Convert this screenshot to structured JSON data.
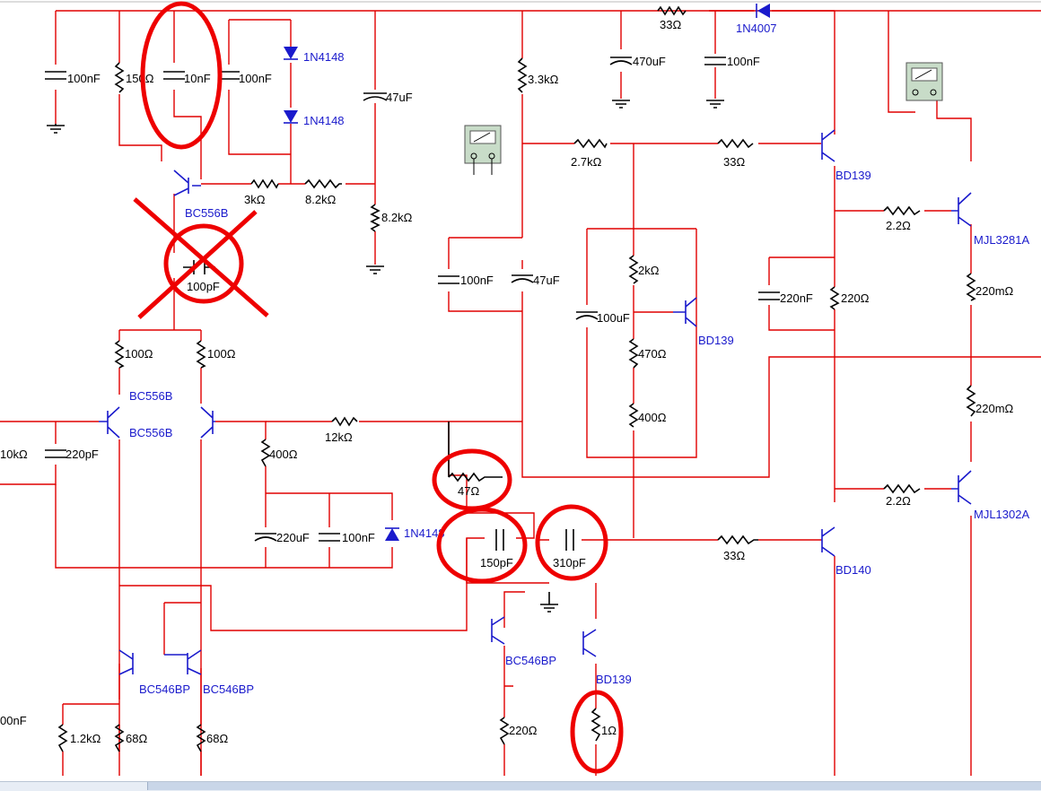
{
  "labels": {
    "c100n_a": "100nF",
    "r150": "150Ω",
    "c10n": "10nF",
    "c100n_b": "100nF",
    "d1": "1N4148",
    "d2": "1N4148",
    "c47u_top": "47uF",
    "r3k": "3kΩ",
    "r8k2_a": "8.2kΩ",
    "r8k2_b": "8.2kΩ",
    "q_bc556_top": "BC556B",
    "c100p": "100pF",
    "r33_top": "33Ω",
    "d_1n4007": "1N4007",
    "r3k3": "3.3kΩ",
    "c470u": "470uF",
    "c100n_top": "100nF",
    "r2k7": "2.7kΩ",
    "r33_mid": "33Ω",
    "q_bd139_top": "BD139",
    "r2_2_top": "2.2Ω",
    "q_mjl3281": "MJL3281A",
    "r220m_top": "220mΩ",
    "c100n_mid": "100nF",
    "c47u_mid": "47uF",
    "r2k": "2kΩ",
    "c100u": "100uF",
    "q_bd139_vbe": "BD139",
    "r470": "470Ω",
    "r400_a": "400Ω",
    "c220n": "220nF",
    "r220": "220Ω",
    "r220m_bot": "220mΩ",
    "r100_a": "100Ω",
    "r100_b": "100Ω",
    "q_bc556_l": "BC556B",
    "q_bc556_r": "BC556B",
    "r10k": "10kΩ",
    "c220p": "220pF",
    "r12k": "12kΩ",
    "r400_b": "400Ω",
    "r47": "47Ω",
    "c220u": "220uF",
    "c100n_bot": "100nF",
    "d3": "1N4148",
    "c150p": "150pF",
    "c310p": "310pF",
    "r33_bot": "33Ω",
    "q_bd140": "BD140",
    "r2_2_bot": "2.2Ω",
    "q_mjl1302": "MJL1302A",
    "q_bc546_a": "BC546BP",
    "q_bc546_b": "BC546BP",
    "q_bc546_c": "BC546BP",
    "q_bd139_bot": "BD139",
    "r1": "1Ω",
    "r220_bot": "220Ω",
    "r1k2": "1.2kΩ",
    "r68_a": "68Ω",
    "r68_b": "68Ω",
    "c100n_left": "00nF"
  },
  "colors": {
    "wire": "#e00000",
    "component": "#000000",
    "transistor": "#1a1acc",
    "annotation": "#ee0000"
  }
}
